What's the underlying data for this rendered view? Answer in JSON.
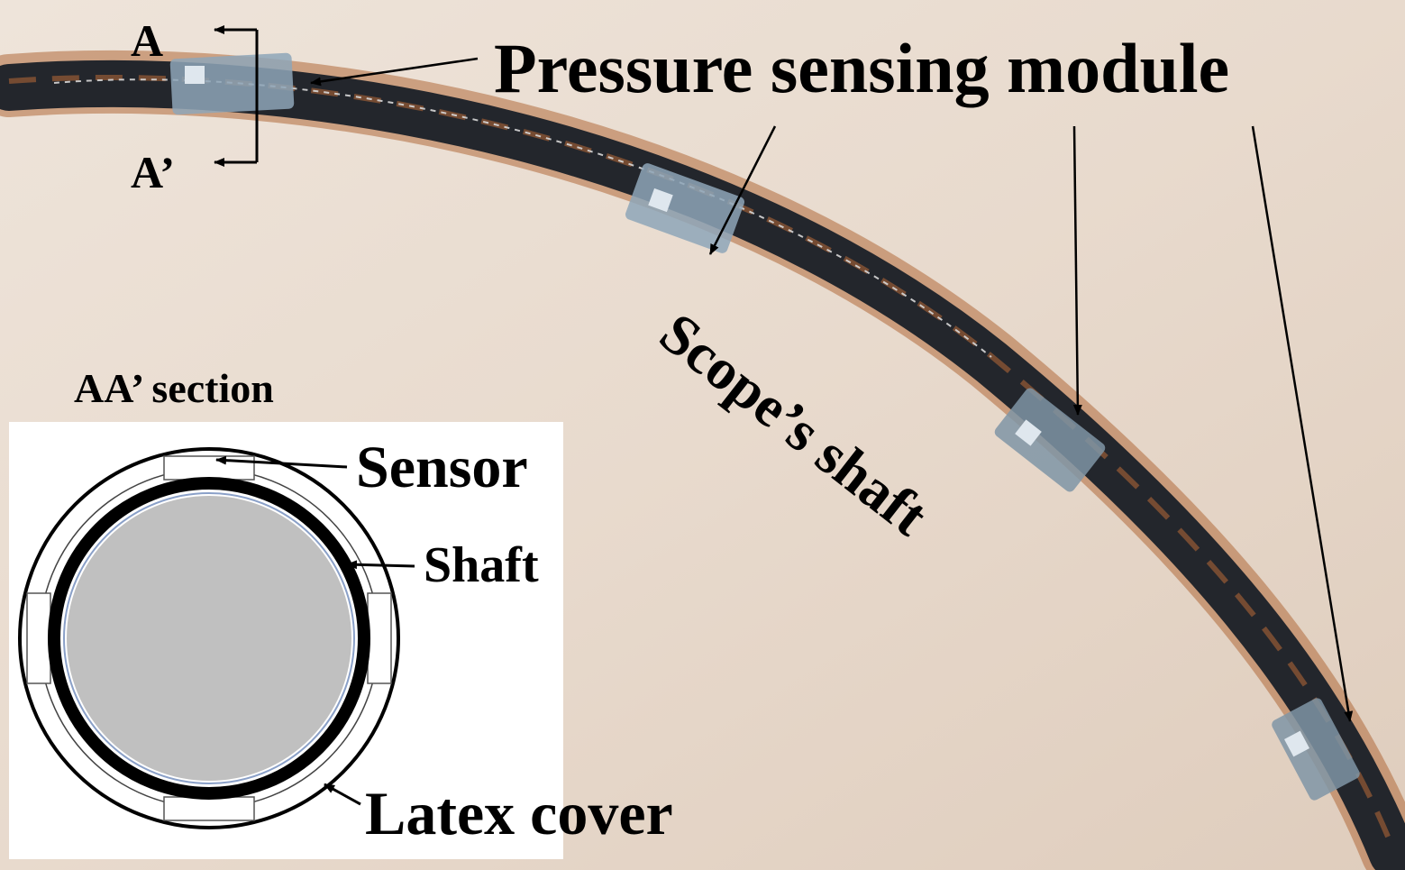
{
  "labels": {
    "section_a": "A",
    "section_a_prime": "A’",
    "pressure_module": "Pressure sensing module",
    "scope_shaft": "Scope’s shaft",
    "section_title": "AA’ section",
    "sensor": "Sensor",
    "shaft": "Shaft",
    "latex_cover": "Latex cover"
  },
  "colors": {
    "background_wall": "#e9dcd0",
    "shaft_dark": "#23262c",
    "copper_wrap": "#b06a3a",
    "sensor_patch": "#8ea6b8",
    "core_gray": "#c0c0c0",
    "inset_background": "#ffffff"
  }
}
